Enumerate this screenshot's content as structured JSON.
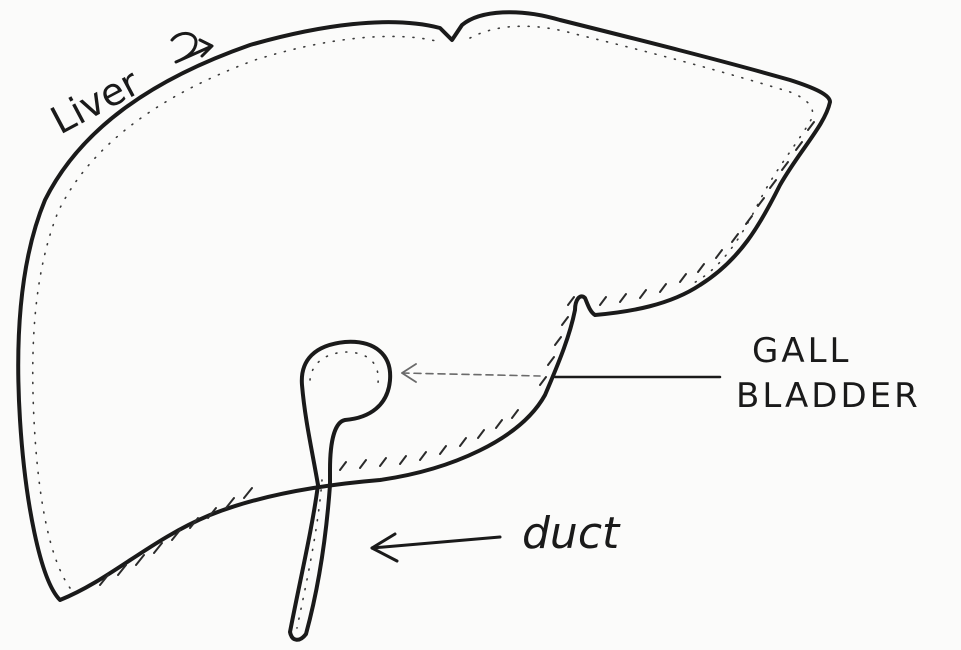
{
  "diagram": {
    "labels": {
      "liver": "Liver",
      "gall_bladder_line1": "GALL",
      "gall_bladder_line2": "BLADDER",
      "duct": "duct"
    },
    "ink_color": "#1a1a1a",
    "paper_color": "#fbfbfa"
  }
}
